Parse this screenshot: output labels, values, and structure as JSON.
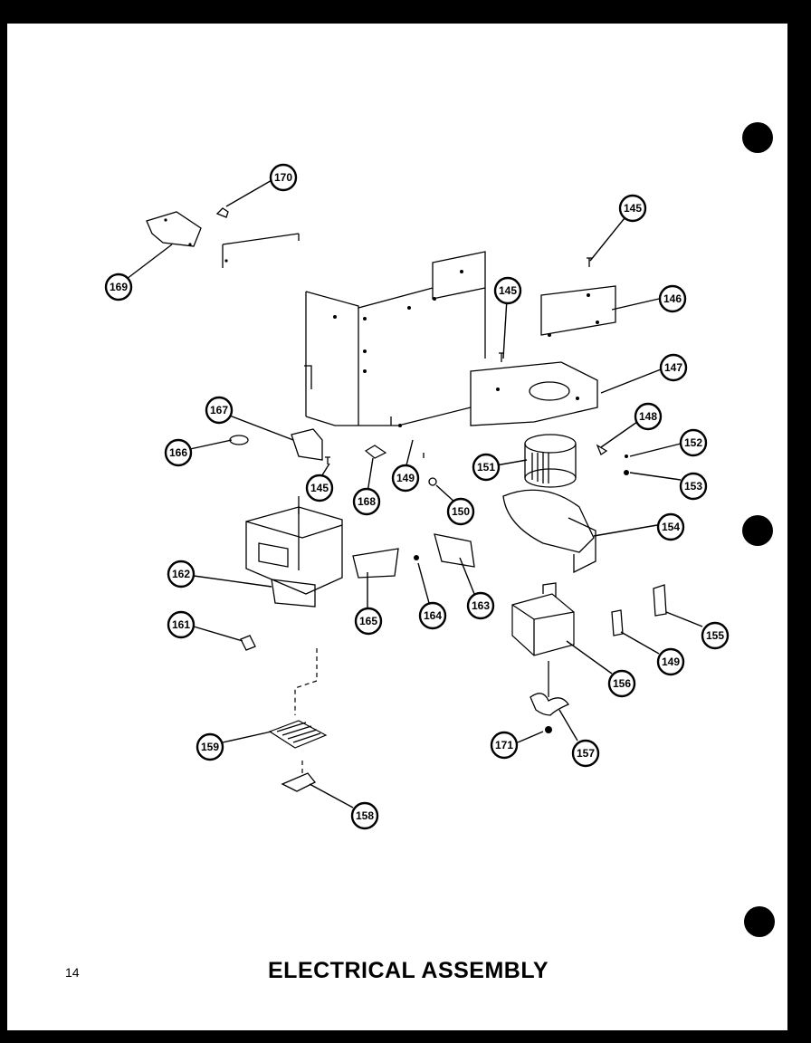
{
  "page": {
    "number": "14",
    "title": "ELECTRICAL ASSEMBLY"
  },
  "callouts": {
    "c170": "170",
    "c169": "169",
    "c145a": "145",
    "c146": "146",
    "c145b": "145",
    "c147": "147",
    "c167": "167",
    "c166": "166",
    "c145c": "145",
    "c168": "168",
    "c149a": "149",
    "c148": "148",
    "c152": "152",
    "c151": "151",
    "c153": "153",
    "c150": "150",
    "c154": "154",
    "c162": "162",
    "c165": "165",
    "c164": "164",
    "c163": "163",
    "c161": "161",
    "c155": "155",
    "c156": "156",
    "c149b": "149",
    "c159": "159",
    "c171": "171",
    "c157": "157",
    "c158": "158"
  }
}
